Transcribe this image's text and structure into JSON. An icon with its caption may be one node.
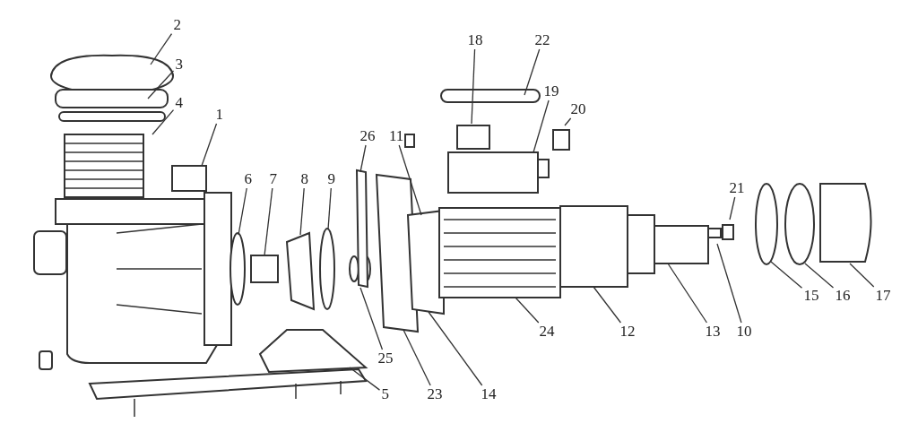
{
  "diagram": {
    "nodes": [
      {
        "text": [
          "2"
        ]
      },
      {
        "text": [
          "18"
        ]
      },
      {
        "text": [
          "22"
        ]
      },
      {
        "text": [
          "3"
        ]
      },
      {
        "text": [
          "19"
        ]
      },
      {
        "text": [
          "4"
        ]
      },
      {
        "text": [
          "20"
        ]
      },
      {
        "text": [
          "1"
        ]
      },
      {
        "text": [
          "26"
        ]
      },
      {
        "text": [
          "11"
        ]
      },
      {
        "text": [
          "6"
        ]
      },
      {
        "text": [
          "7"
        ]
      },
      {
        "text": [
          "8"
        ]
      },
      {
        "text": [
          "9"
        ]
      },
      {
        "text": [
          "21"
        ]
      },
      {
        "text": [
          "15"
        ]
      },
      {
        "text": [
          "16"
        ]
      },
      {
        "text": [
          "17"
        ]
      },
      {
        "text": [
          "12"
        ]
      },
      {
        "text": [
          "13"
        ]
      },
      {
        "text": [
          "10"
        ]
      },
      {
        "text": [
          "24"
        ]
      },
      {
        "text": [
          "25"
        ]
      },
      {
        "text": [
          "5"
        ]
      },
      {
        "text": [
          "23"
        ]
      },
      {
        "text": [
          "14"
        ]
      }
    ],
    "edges": [
      {
        "from": 0,
        "to": null,
        "arrow": "none"
      },
      {
        "from": 1,
        "to": null,
        "arrow": "none"
      },
      {
        "from": 2,
        "to": null,
        "arrow": "none"
      },
      {
        "from": 3,
        "to": null,
        "arrow": "none"
      },
      {
        "from": 4,
        "to": null,
        "arrow": "none"
      },
      {
        "from": 5,
        "to": null,
        "arrow": "none"
      },
      {
        "from": 6,
        "to": null,
        "arrow": "none"
      },
      {
        "from": 7,
        "to": null,
        "arrow": "none"
      },
      {
        "from": 8,
        "to": null,
        "arrow": "none"
      },
      {
        "from": 9,
        "to": null,
        "arrow": "none"
      },
      {
        "from": 10,
        "to": null,
        "arrow": "none"
      },
      {
        "from": 11,
        "to": null,
        "arrow": "none"
      },
      {
        "from": 12,
        "to": null,
        "arrow": "none"
      },
      {
        "from": 13,
        "to": null,
        "arrow": "none"
      },
      {
        "from": 14,
        "to": null,
        "arrow": "none"
      },
      {
        "from": 15,
        "to": null,
        "arrow": "none"
      },
      {
        "from": 16,
        "to": null,
        "arrow": "none"
      },
      {
        "from": 17,
        "to": null,
        "arrow": "none"
      },
      {
        "from": 18,
        "to": null,
        "arrow": "none"
      },
      {
        "from": 19,
        "to": null,
        "arrow": "none"
      },
      {
        "from": 20,
        "to": null,
        "arrow": "none"
      },
      {
        "from": 21,
        "to": null,
        "arrow": "none"
      },
      {
        "from": 22,
        "to": null,
        "arrow": "none"
      },
      {
        "from": 23,
        "to": null,
        "arrow": "none"
      },
      {
        "from": 24,
        "to": null,
        "arrow": "none"
      },
      {
        "from": 25,
        "to": null,
        "arrow": "none"
      }
    ]
  }
}
